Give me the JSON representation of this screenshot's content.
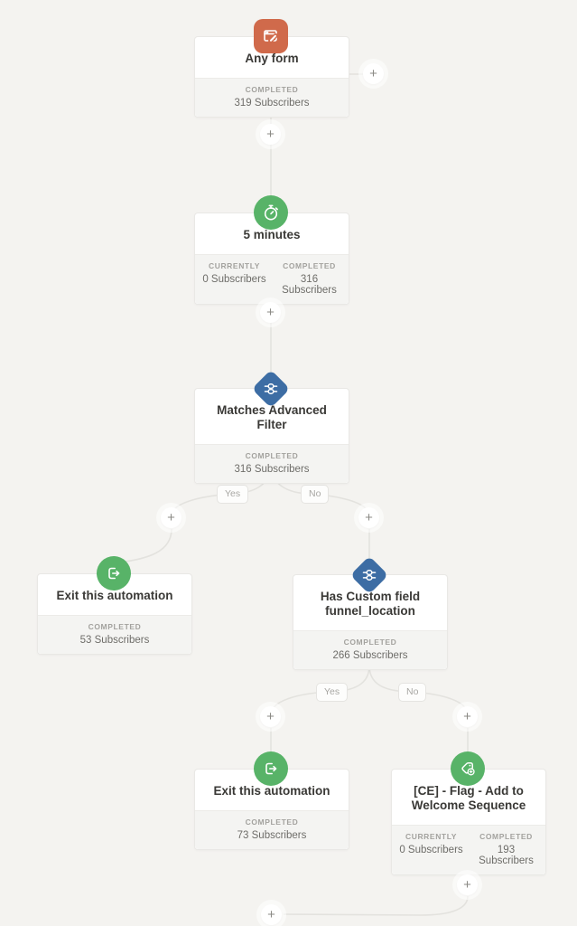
{
  "canvas": {
    "background": "#f4f3f0",
    "connector_color": "#e3e2de",
    "card_background": "#ffffff",
    "card_footer_background": "#f4f4f2",
    "card_border": "#e9e8e5"
  },
  "plus_glyph": "+",
  "branch_labels": {
    "yes": "Yes",
    "no": "No"
  },
  "nodes": [
    {
      "title": "Any form",
      "icon": "form-edit-icon",
      "shape": "rounded-square",
      "color": "#d06a4b",
      "stats": [
        {
          "label": "COMPLETED",
          "value": "319 Subscribers"
        }
      ]
    },
    {
      "title": "5 minutes",
      "icon": "timer-icon",
      "shape": "circle",
      "color": "#58b368",
      "stats": [
        {
          "label": "CURRENTLY",
          "value": "0 Subscribers"
        },
        {
          "label": "COMPLETED",
          "value": "316 Subscribers"
        }
      ]
    },
    {
      "title": "Matches Advanced Filter",
      "icon": "filter-icon",
      "shape": "diamond",
      "color": "#3d6da4",
      "stats": [
        {
          "label": "COMPLETED",
          "value": "316 Subscribers"
        }
      ]
    },
    {
      "title": "Exit this automation",
      "icon": "exit-icon",
      "shape": "circle",
      "color": "#58b368",
      "stats": [
        {
          "label": "COMPLETED",
          "value": "53 Subscribers"
        }
      ]
    },
    {
      "title": "Has Custom field funnel_location",
      "icon": "filter-icon",
      "shape": "diamond",
      "color": "#3d6da4",
      "stats": [
        {
          "label": "COMPLETED",
          "value": "266 Subscribers"
        }
      ]
    },
    {
      "title": "Exit this automation",
      "icon": "exit-icon",
      "shape": "circle",
      "color": "#58b368",
      "stats": [
        {
          "label": "COMPLETED",
          "value": "73 Subscribers"
        }
      ]
    },
    {
      "title": "[CE] - Flag - Add to Welcome Sequence",
      "icon": "tag-add-icon",
      "shape": "circle",
      "color": "#58b368",
      "stats": [
        {
          "label": "CURRENTLY",
          "value": "0 Subscribers"
        },
        {
          "label": "COMPLETED",
          "value": "193 Subscribers"
        }
      ]
    }
  ]
}
